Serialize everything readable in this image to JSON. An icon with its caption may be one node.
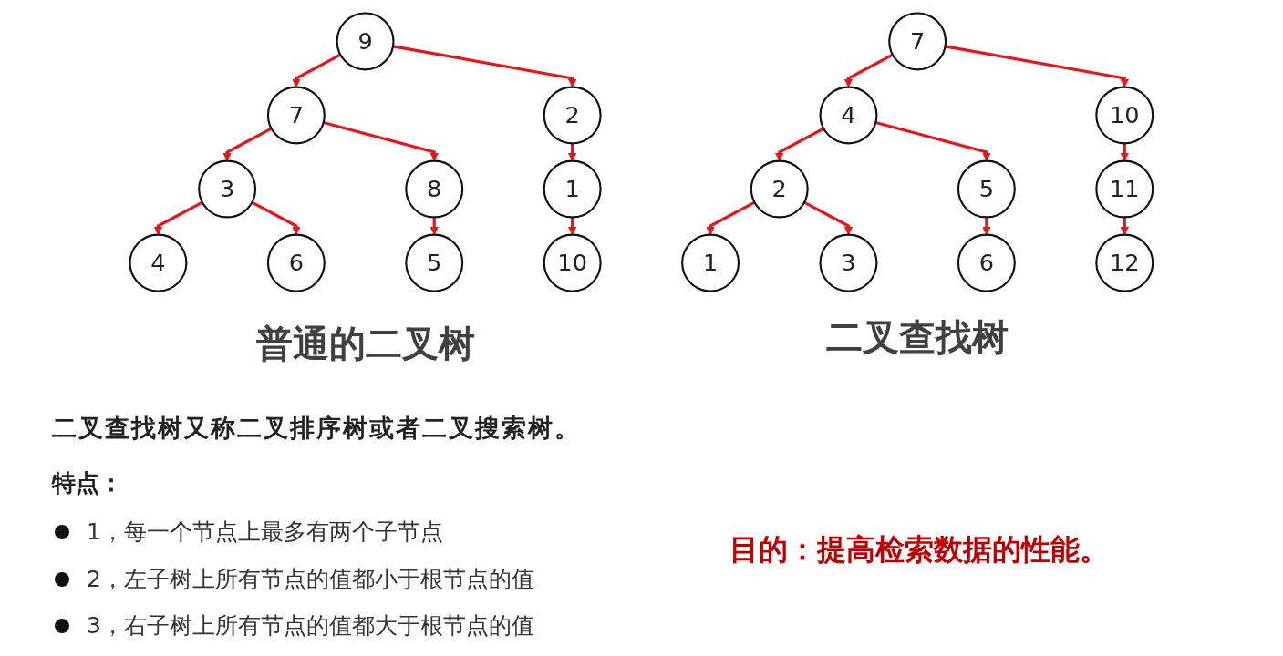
{
  "diagram": {
    "nodes": [
      {
        "text": [
          "9"
        ]
      },
      {
        "text": [
          "7"
        ]
      },
      {
        "text": [
          "2"
        ]
      },
      {
        "text": [
          "3"
        ]
      },
      {
        "text": [
          "8"
        ]
      },
      {
        "text": [
          "1"
        ]
      },
      {
        "text": [
          "4"
        ]
      },
      {
        "text": [
          "6"
        ]
      },
      {
        "text": [
          "5"
        ]
      },
      {
        "text": [
          "10"
        ]
      },
      {
        "text": [
          "7"
        ]
      },
      {
        "text": [
          "4"
        ]
      },
      {
        "text": [
          "10"
        ]
      },
      {
        "text": [
          "2"
        ]
      },
      {
        "text": [
          "5"
        ]
      },
      {
        "text": [
          "11"
        ]
      },
      {
        "text": [
          "1"
        ]
      },
      {
        "text": [
          "3"
        ]
      },
      {
        "text": [
          "6"
        ]
      },
      {
        "text": [
          "12"
        ]
      }
    ],
    "edges": [
      {
        "from": 0,
        "to": 1,
        "arrow": "to"
      },
      {
        "from": 0,
        "to": 2,
        "arrow": "to"
      },
      {
        "from": 1,
        "to": 3,
        "arrow": "to"
      },
      {
        "from": 1,
        "to": 4,
        "arrow": "to"
      },
      {
        "from": 2,
        "to": 5,
        "arrow": "to"
      },
      {
        "from": 3,
        "to": 6,
        "arrow": "to"
      },
      {
        "from": 3,
        "to": 7,
        "arrow": "to"
      },
      {
        "from": 4,
        "to": 8,
        "arrow": "to"
      },
      {
        "from": 5,
        "to": 9,
        "arrow": "to"
      },
      {
        "from": 10,
        "to": 11,
        "arrow": "to"
      },
      {
        "from": 10,
        "to": 12,
        "arrow": "to"
      },
      {
        "from": 11,
        "to": 13,
        "arrow": "to"
      },
      {
        "from": 11,
        "to": 14,
        "arrow": "to"
      },
      {
        "from": 12,
        "to": 15,
        "arrow": "to"
      },
      {
        "from": 13,
        "to": 16,
        "arrow": "to"
      },
      {
        "from": 13,
        "to": 17,
        "arrow": "to"
      },
      {
        "from": 14,
        "to": 18,
        "arrow": "to"
      },
      {
        "from": 15,
        "to": 19,
        "arrow": "to"
      }
    ],
    "labels": [
      "普通的二叉树",
      "二叉查找树",
      "二叉查找树又称二叉排序树或者二叉搜索树。",
      "特点：",
      "1，每一个节点上最多有两个子节点",
      "2，左子树上所有节点的值都小于根节点的值",
      "3，右子树上所有节点的值都大于根节点的值",
      "目的：提高检索数据的性能。"
    ]
  }
}
